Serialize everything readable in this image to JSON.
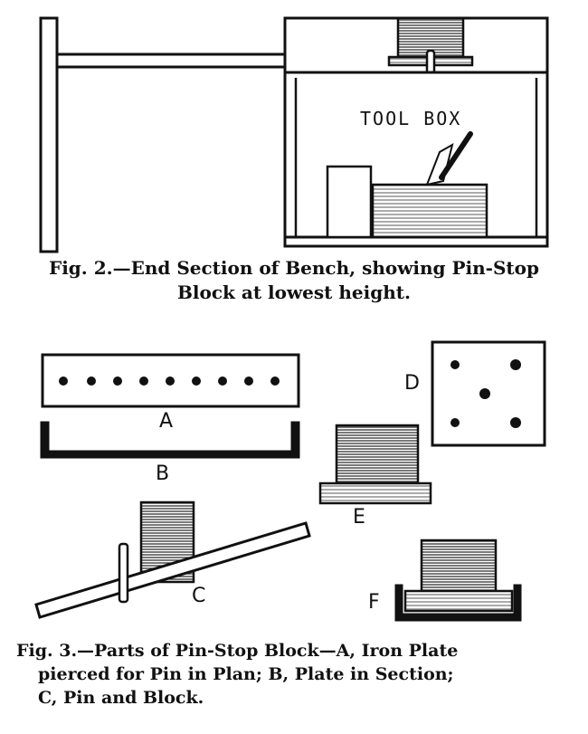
{
  "fig2": {
    "tool_box_label": "TOOL BOX",
    "caption_line1": "Fig. 2.—End Section of Bench, showing Pin-Stop",
    "caption_line2": "Block at lowest height."
  },
  "fig3": {
    "labels": {
      "a": "A",
      "b": "B",
      "c": "C",
      "d": "D",
      "e": "E",
      "f": "F"
    },
    "caption_line1": "Fig. 3.—Parts of Pin-Stop Block—A, Iron Plate",
    "caption_line2": "pierced for Pin in Plan; B, Plate in Section;",
    "caption_line3": "C, Pin and Block."
  }
}
